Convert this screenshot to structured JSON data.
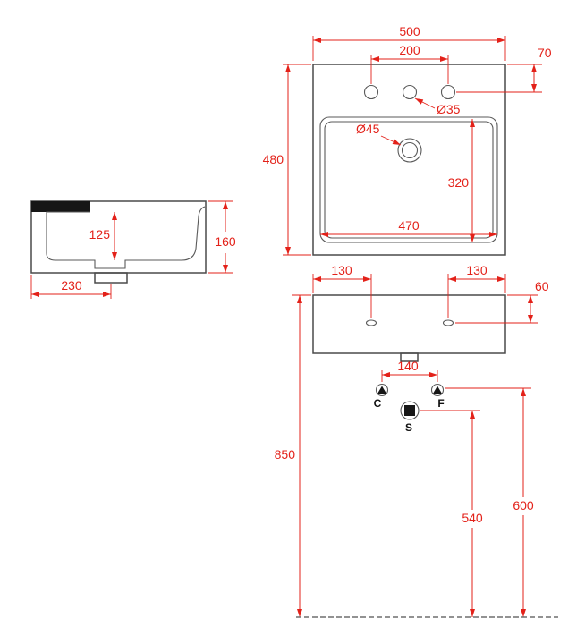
{
  "page": {
    "background": "#ffffff"
  },
  "colors": {
    "dimension_red": "#e32119",
    "outline_gray": "#4a4a4a",
    "ink_black": "#111111"
  },
  "views": {
    "top": {
      "dims": {
        "overall_width": "500",
        "tap_hole_spacing": "200",
        "tap_hole_offset": "70",
        "tap_hole_diameter": "Ø35",
        "drain_diameter": "Ø45",
        "overall_depth": "480",
        "basin_depth": "320",
        "basin_width": "470"
      }
    },
    "side": {
      "dims": {
        "drain_offset": "230",
        "basin_inner_height": "125",
        "overall_height": "160"
      }
    },
    "front": {
      "dims": {
        "left_hole_offset": "130",
        "right_hole_offset": "130",
        "hole_drop": "60",
        "supply_spacing": "140",
        "mount_height": "850",
        "waste_height": "540",
        "supply_height": "600"
      },
      "labels": {
        "cold": "C",
        "hot": "F",
        "waste": "S"
      }
    }
  }
}
